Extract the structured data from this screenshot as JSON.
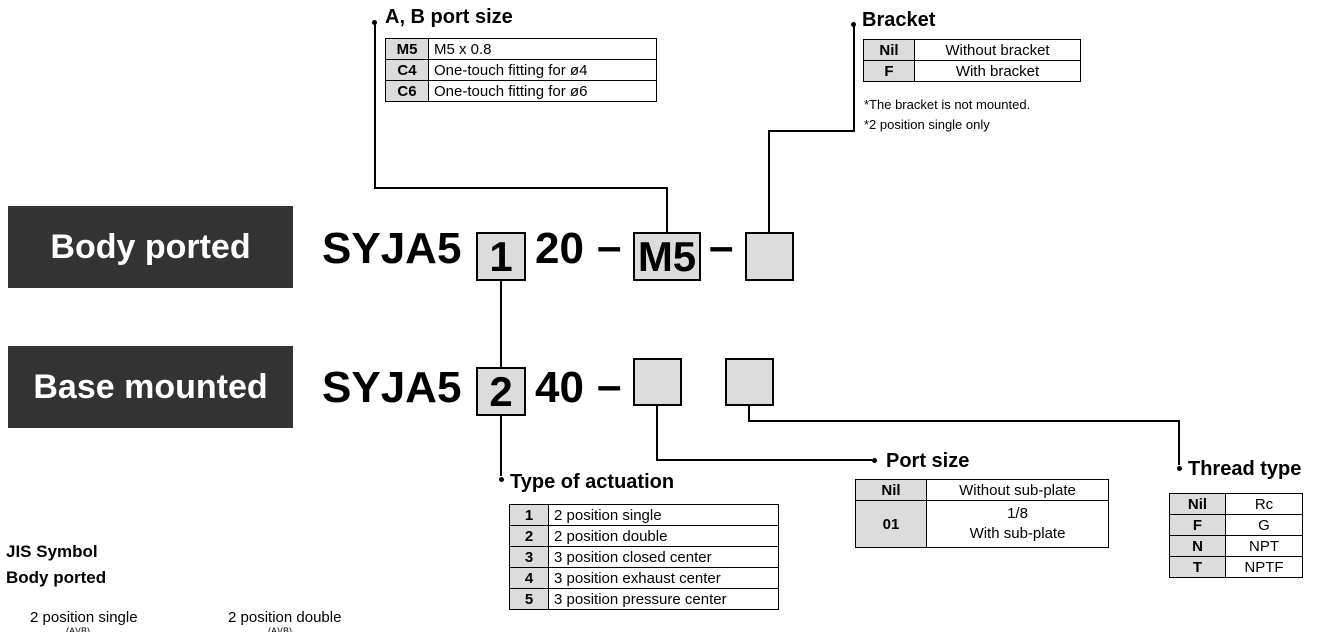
{
  "labels": {
    "body": "Body ported",
    "base": "Base mounted"
  },
  "body_line": {
    "prefix": "SYJA5",
    "sel1": "1",
    "mid": "20",
    "dash1": "–",
    "sel2": "M5",
    "dash2": "–",
    "sel3": ""
  },
  "base_line": {
    "prefix": "SYJA5",
    "sel1": "2",
    "mid": "40",
    "dash1": "–",
    "sel2": "",
    "sel3": ""
  },
  "port_ab": {
    "title": "A, B port size",
    "rows": [
      {
        "k": "M5",
        "v": "M5 x 0.8"
      },
      {
        "k": "C4",
        "v": "One-touch fitting for ø4"
      },
      {
        "k": "C6",
        "v": "One-touch fitting for ø6"
      }
    ]
  },
  "bracket": {
    "title": "Bracket",
    "rows": [
      {
        "k": "Nil",
        "v": "Without bracket"
      },
      {
        "k": "F",
        "v": "With bracket"
      }
    ],
    "notes": [
      "*The bracket is not mounted.",
      "*2 position single only"
    ]
  },
  "actuation": {
    "title": "Type of actuation",
    "rows": [
      {
        "k": "1",
        "v": "2 position single"
      },
      {
        "k": "2",
        "v": "2 position double"
      },
      {
        "k": "3",
        "v": "3 position closed center"
      },
      {
        "k": "4",
        "v": "3 position exhaust center"
      },
      {
        "k": "5",
        "v": "3 position pressure center"
      }
    ]
  },
  "port_size": {
    "title": "Port size",
    "rows": [
      {
        "k": "Nil",
        "v": "Without sub-plate"
      },
      {
        "k": "01",
        "v1": "1/8",
        "v2": "With sub-plate"
      }
    ]
  },
  "thread": {
    "title": "Thread type",
    "rows": [
      {
        "k": "Nil",
        "v": "Rc"
      },
      {
        "k": "F",
        "v": "G"
      },
      {
        "k": "N",
        "v": "NPT"
      },
      {
        "k": "T",
        "v": "NPTF"
      }
    ]
  },
  "jis": {
    "title": "JIS Symbol",
    "subtitle": "Body ported",
    "single": "2 position single",
    "double": "2 position double",
    "single_sub": "(A)(B)",
    "double_sub": "(A)(B)"
  }
}
